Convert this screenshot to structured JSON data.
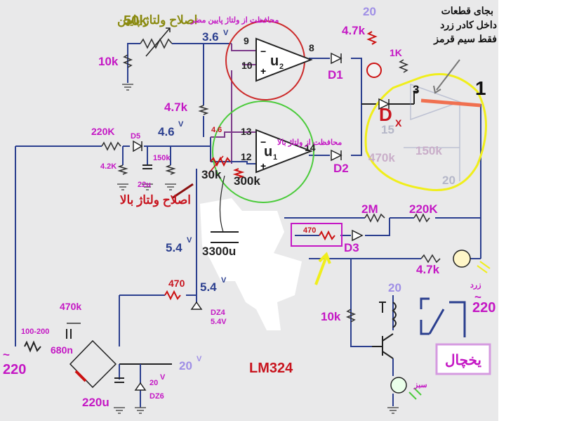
{
  "labels": {
    "pot_50k": "50k",
    "low_adjust": "اصلاح ولتاژ پایین",
    "r_10k_top": "10k",
    "v_36": "3.6",
    "v_unit": "V",
    "pin9": "9",
    "pin10": "10",
    "pin8": "8",
    "u2": "u",
    "u2_sub": "2",
    "low_protect": "محافظت از ولتاژ پایین مضر",
    "r_47k_top": "4.7k",
    "v20_top": "20",
    "r_1k": "1K",
    "d1": "D1",
    "note": [
      "بجای قطعات",
      "داخل کادر زرد",
      "فقط سیم قرمز"
    ],
    "big_one": "1",
    "pin3": "3",
    "dx": "D",
    "dx_sub": "X",
    "ghost_15": "15",
    "ghost_470k": "470k",
    "ghost_150k": "150k",
    "ghost_20": "20",
    "r_47k_mid": "4.7k",
    "r_220k_l": "220K",
    "d5": "D5",
    "v_46": "4.6",
    "v_46_small": "4.6",
    "pin13": "13",
    "pin12": "12",
    "pin14": "14",
    "u1": "u",
    "u1_sub": "1",
    "high_protect": "محافظت از ولتاژ بالا",
    "d2": "D2",
    "r_42k": "4.2K",
    "r_150k": "150k",
    "c_22u": "22u",
    "r_30k": "30k",
    "r_300k": "300k",
    "high_adjust": "اصلاح ولتاژ بالا",
    "r_2m": "2M",
    "r_220k_r": "220K",
    "r_470_box": "470",
    "d3": "D3",
    "v_54_a": "5.4",
    "c_3300u": "3300u",
    "r_47k_led": "4.7k",
    "led_yellow": "زرد",
    "r_470_mid": "470",
    "v_54_b": "5.4",
    "v20_mid": "20",
    "r_10k_bot": "10k",
    "r_470k_bot": "470k",
    "r_100_200": "100-200",
    "c_680n": "680n",
    "ac_220_l": "220",
    "dz4": "DZ4",
    "dz4_v": "5.4V",
    "v20_out": "20",
    "lm324": "LM324",
    "ac_220_r": "220",
    "fridge": "یخچال",
    "c_220u": "220u",
    "v20_dz6": "20",
    "dz6": "DZ6",
    "led_green": "سبز"
  },
  "colors": {
    "background": "#e9e9ea",
    "wire_blue": "#2b3f8f",
    "wire_purple": "#7d3b8a",
    "label_magenta": "#c417c4",
    "label_red": "#c8141e",
    "label_olive": "#8a8a10",
    "label_lilac": "#9f8fe6",
    "ring_red": "#cc2a2a",
    "ring_green": "#4bcb3b",
    "ring_yellow": "#f0ee1c",
    "fridge_box": "#d59ae0"
  }
}
